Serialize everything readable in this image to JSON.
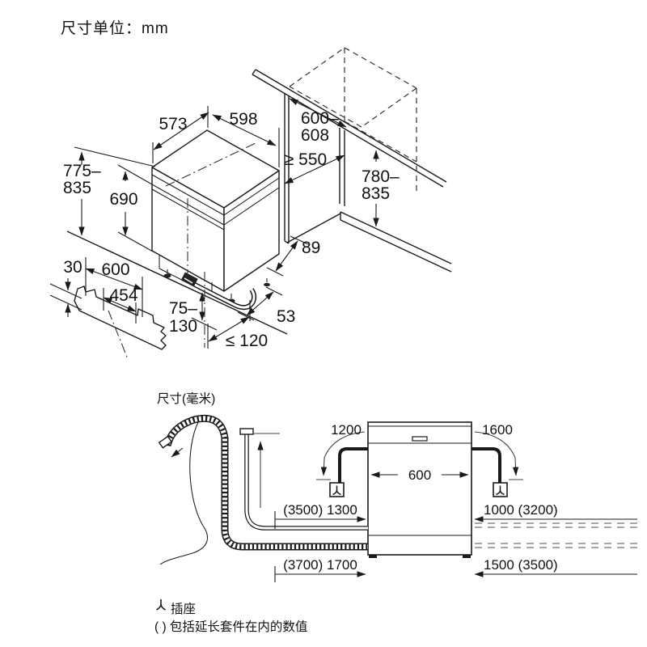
{
  "header": {
    "unit_label": "尺寸单位：mm"
  },
  "top_diagram": {
    "dims": {
      "top_depth": "573",
      "top_width": "598",
      "niche_width": {
        "line1": "600–",
        "line2": "608"
      },
      "niche_depth": "≥ 550",
      "appliance_height": {
        "line1": "775–",
        "line2": "835"
      },
      "body_height": "690",
      "niche_height": {
        "line1": "780–",
        "line2": "835"
      },
      "rear_gap": "89",
      "plinth_offset": "30",
      "plinth_width": "600",
      "plinth_cutout_width": "454",
      "foot_height_range": {
        "line1": "75–",
        "line2": "130"
      },
      "rear_foot_inset": "53",
      "hose_space": "≤ 120"
    }
  },
  "bottom_diagram": {
    "unit_label": "尺寸(毫米)",
    "appliance_width": "600",
    "left": {
      "cord_to_socket": "1200",
      "hose_dim_upper": "(3500) 1300",
      "hose_dim_lower": "(3700) 1700"
    },
    "right": {
      "cord_to_socket": "1600",
      "hose_dim_upper": "1000 (3200)",
      "hose_dim_lower": "1500 (3500)"
    }
  },
  "legend": {
    "socket_label": "插座",
    "note": "( ) 包括延长套件在内的数值"
  },
  "colors": {
    "line": "#1a1a1a",
    "background": "#ffffff"
  }
}
